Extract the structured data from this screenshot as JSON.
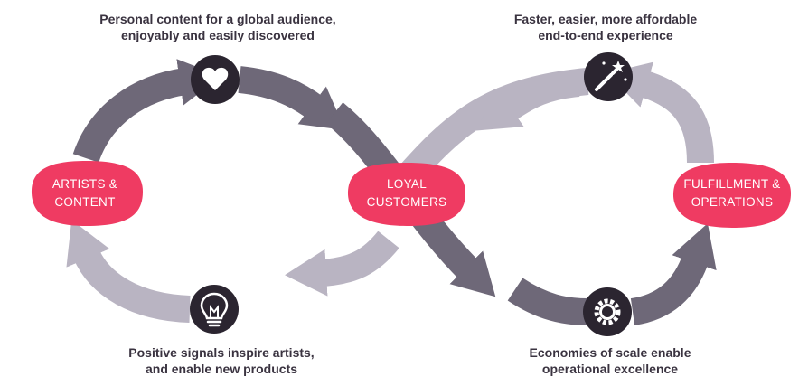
{
  "nodes": {
    "artists": {
      "line1": "ARTISTS &",
      "line2": "CONTENT"
    },
    "loyal": {
      "line1": "LOYAL",
      "line2": "CUSTOMERS"
    },
    "fulfillment": {
      "line1": "FULFILLMENT &",
      "line2": "OPERATIONS"
    }
  },
  "captions": {
    "top_left": {
      "line1": "Personal content for a global audience,",
      "line2": "enjoyably and easily discovered"
    },
    "top_right": {
      "line1": "Faster, easier, more affordable",
      "line2": "end-to-end experience"
    },
    "bottom_left": {
      "line1": "Positive signals inspire artists,",
      "line2": "and enable new products"
    },
    "bottom_right": {
      "line1": "Economies of scale enable",
      "line2": "operational excellence"
    }
  },
  "icons": {
    "top_left": "heart-icon",
    "top_right": "magic-wand-icon",
    "bottom_left": "lightbulb-icon",
    "bottom_right": "gear-icon"
  },
  "colors": {
    "node_fill": "#ef3b62",
    "node_text": "#ffffff",
    "arrow_dark": "#6e6878",
    "arrow_light": "#b9b4c2",
    "icon_circle": "#2b2530",
    "caption_text": "#3a3340"
  }
}
